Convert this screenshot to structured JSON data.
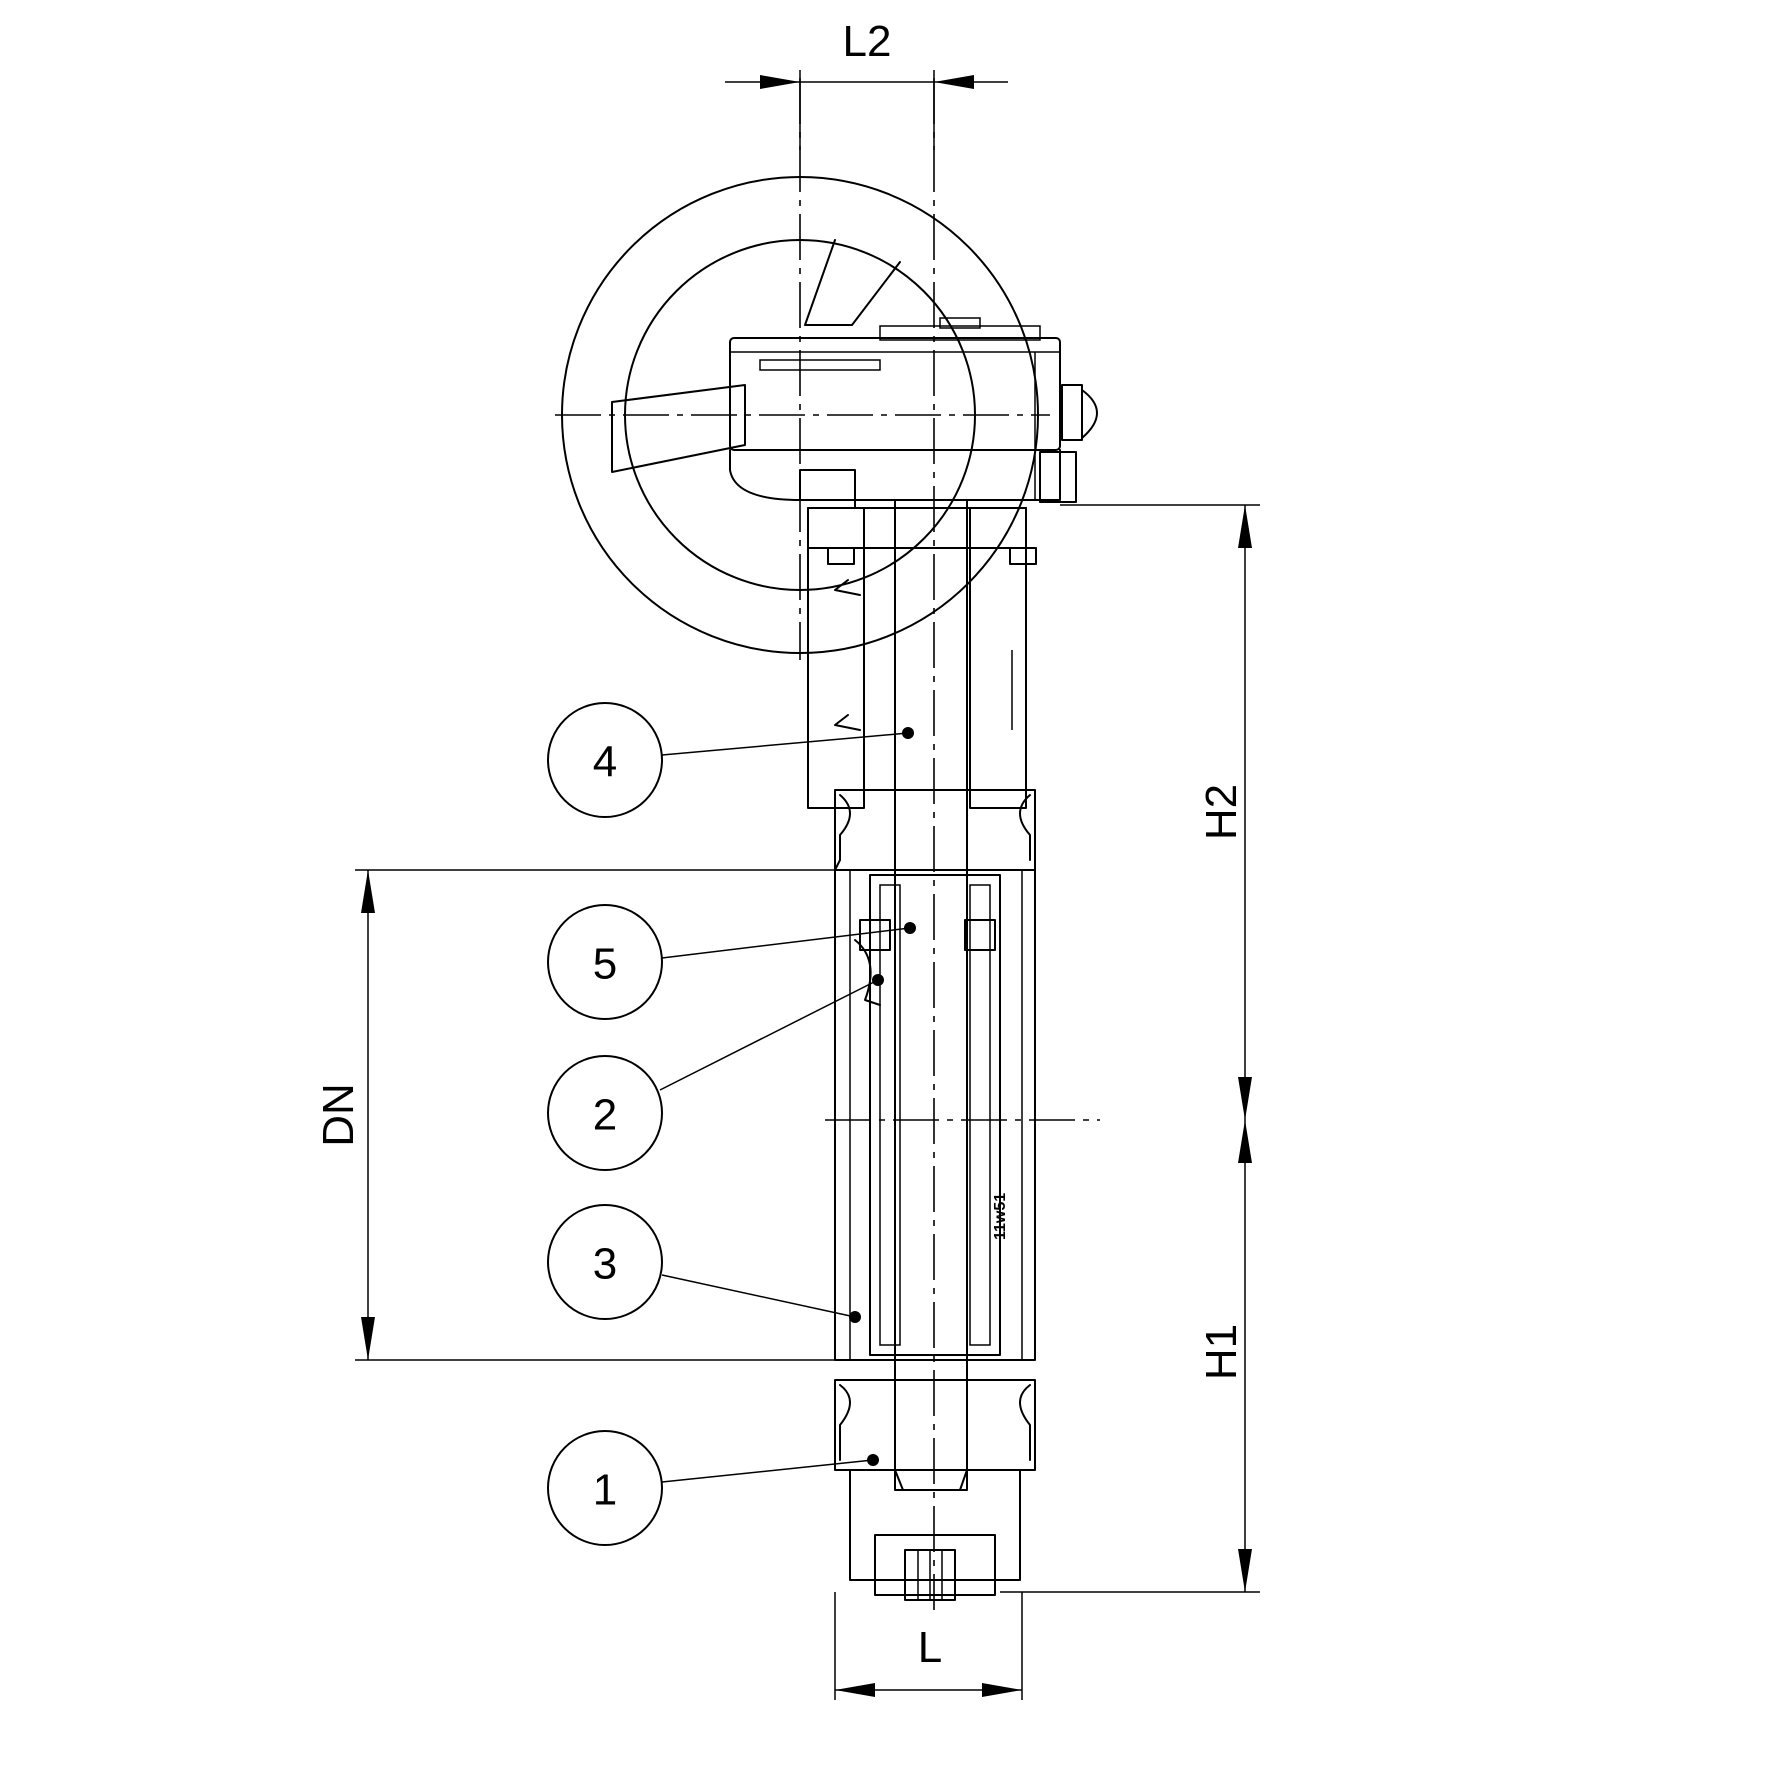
{
  "dimensions": {
    "l2": "L2",
    "h2": "H2",
    "dn": "DN",
    "h1": "H1",
    "l": "L"
  },
  "balloons": [
    "4",
    "5",
    "2",
    "3",
    "1"
  ],
  "part_mark": "11w51"
}
